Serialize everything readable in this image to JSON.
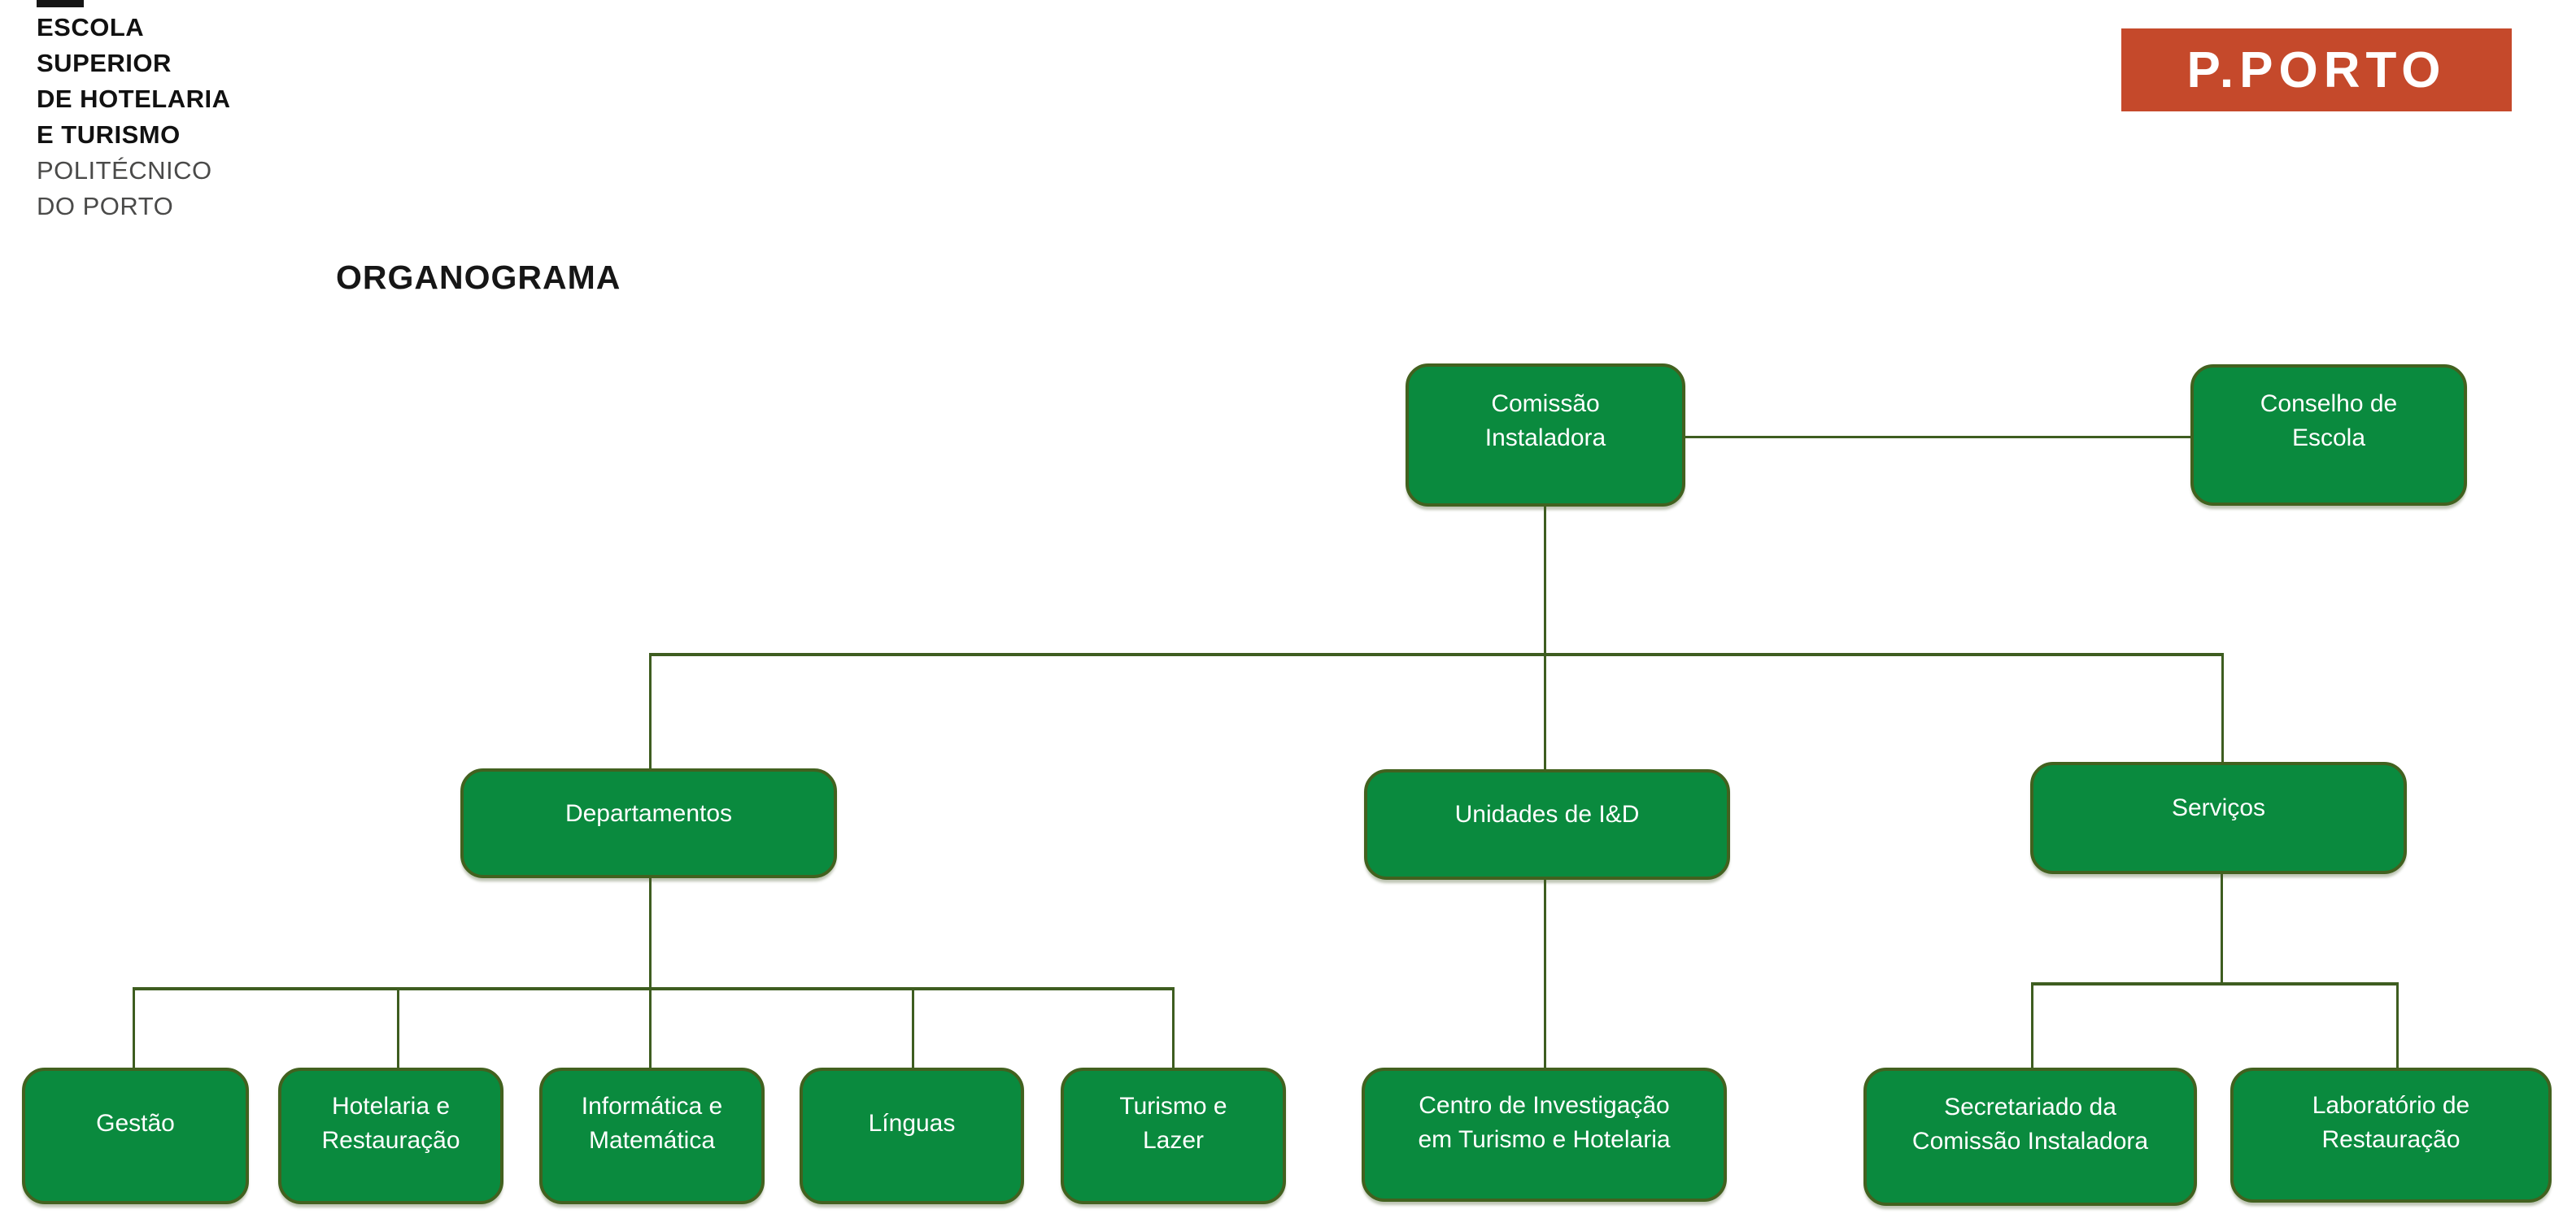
{
  "header": {
    "school_name_lines": [
      "ESCOLA",
      "SUPERIOR",
      "DE HOTELARIA",
      "E TURISMO"
    ],
    "institution_lines": [
      "POLITÉCNICO",
      "DO PORTO"
    ],
    "logo_text": "P.PORTO"
  },
  "org": {
    "title": "ORGANOGRAMA",
    "nodes": {
      "comissao_instaladora": {
        "label": "Comissão\nInstaladora"
      },
      "conselho_de_escola": {
        "label": "Conselho de\nEscola"
      },
      "departamentos": {
        "label": "Departamentos"
      },
      "unidades_id": {
        "label": "Unidades de I&D"
      },
      "servicos": {
        "label": "Serviços"
      },
      "gestao": {
        "label": "Gestão"
      },
      "hotelaria_restauracao": {
        "label": "Hotelaria e\nRestauração"
      },
      "informatica_matematica": {
        "label": "Informática e\nMatemática"
      },
      "linguas": {
        "label": "Línguas"
      },
      "turismo_lazer": {
        "label": "Turismo e\nLazer"
      },
      "centro_investigacao": {
        "label": "Centro de Investigação\nem Turismo e Hotelaria"
      },
      "secretariado_comissao": {
        "label": "Secretariado da\nComissão Instaladora"
      },
      "laboratorio_restauracao": {
        "label": "Laboratório de\nRestauração"
      }
    },
    "structure": {
      "comissao_instaladora": [
        "departamentos",
        "unidades_id",
        "servicos"
      ],
      "comissao_instaladora_peer": [
        "conselho_de_escola"
      ],
      "departamentos": [
        "gestao",
        "hotelaria_restauracao",
        "informatica_matematica",
        "linguas",
        "turismo_lazer"
      ],
      "unidades_id": [
        "centro_investigacao"
      ],
      "servicos": [
        "secretariado_comissao",
        "laboratorio_restauracao"
      ]
    }
  },
  "colors": {
    "node_fill": "#0a8a3e",
    "node_border": "#42611f",
    "connector": "#3e5d20",
    "logo_background": "#c5492b",
    "logo_text": "#ffffff",
    "node_text": "#ffffff"
  }
}
